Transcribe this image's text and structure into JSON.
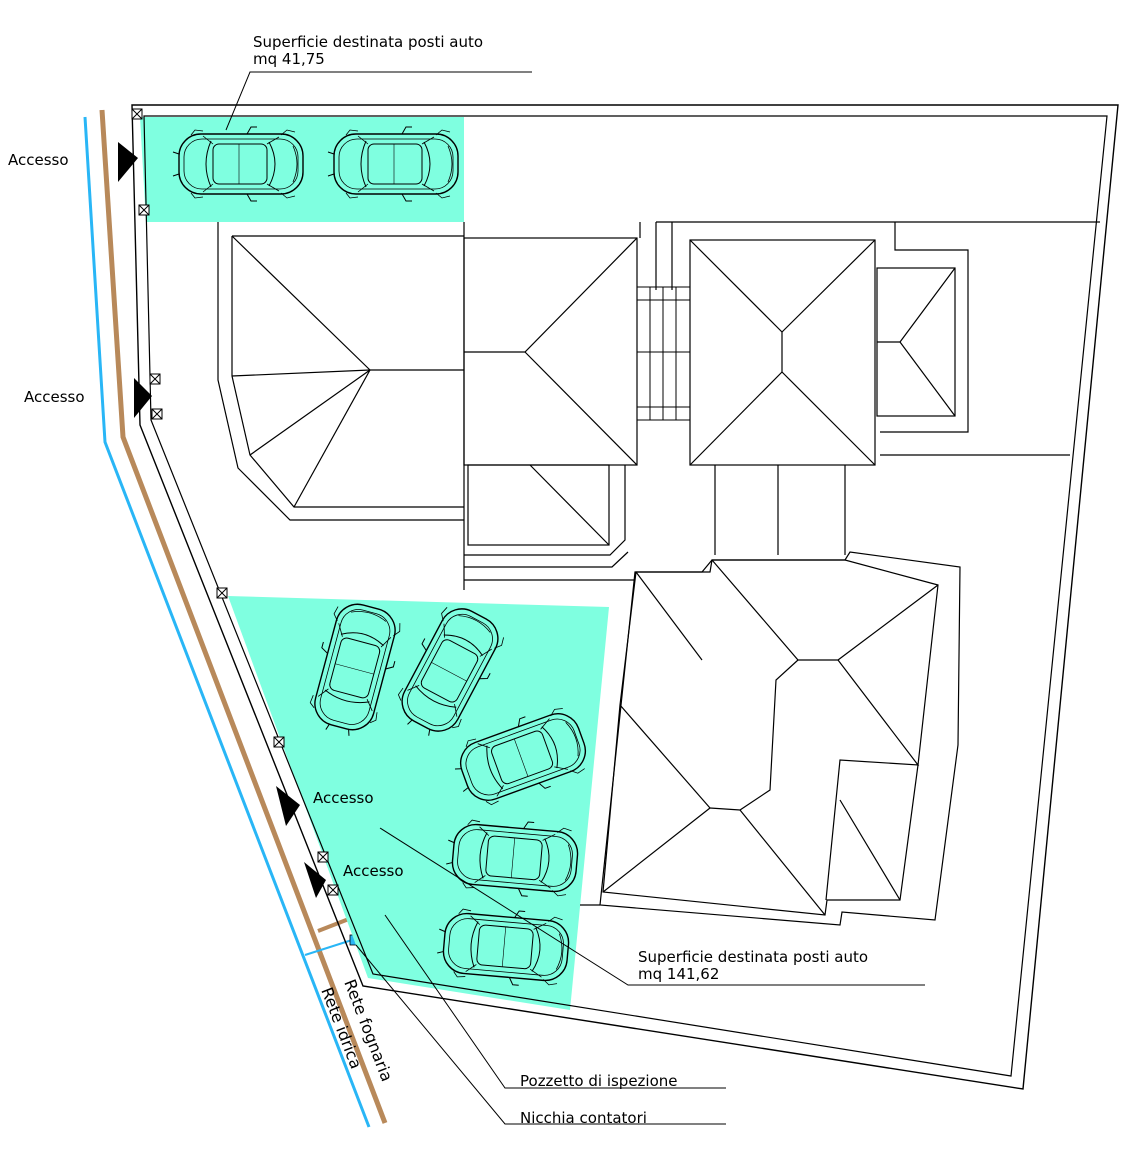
{
  "labels": {
    "access": "Accesso",
    "parking_top_title": "Superficie destinata posti auto",
    "parking_top_area": "mq 41,75",
    "parking_main_title": "Superficie destinata posti auto",
    "parking_main_area": "mq 141,62",
    "sewer": "Rete fognaria",
    "water": "Rete idrica",
    "inspection": "Pozzetto di ispezione",
    "meters": "Nicchia contatori"
  },
  "colors": {
    "parking": "#7fffe0",
    "water_line": "#29b6f6",
    "sewer_line": "#b8895a",
    "drawing": "#000000"
  }
}
